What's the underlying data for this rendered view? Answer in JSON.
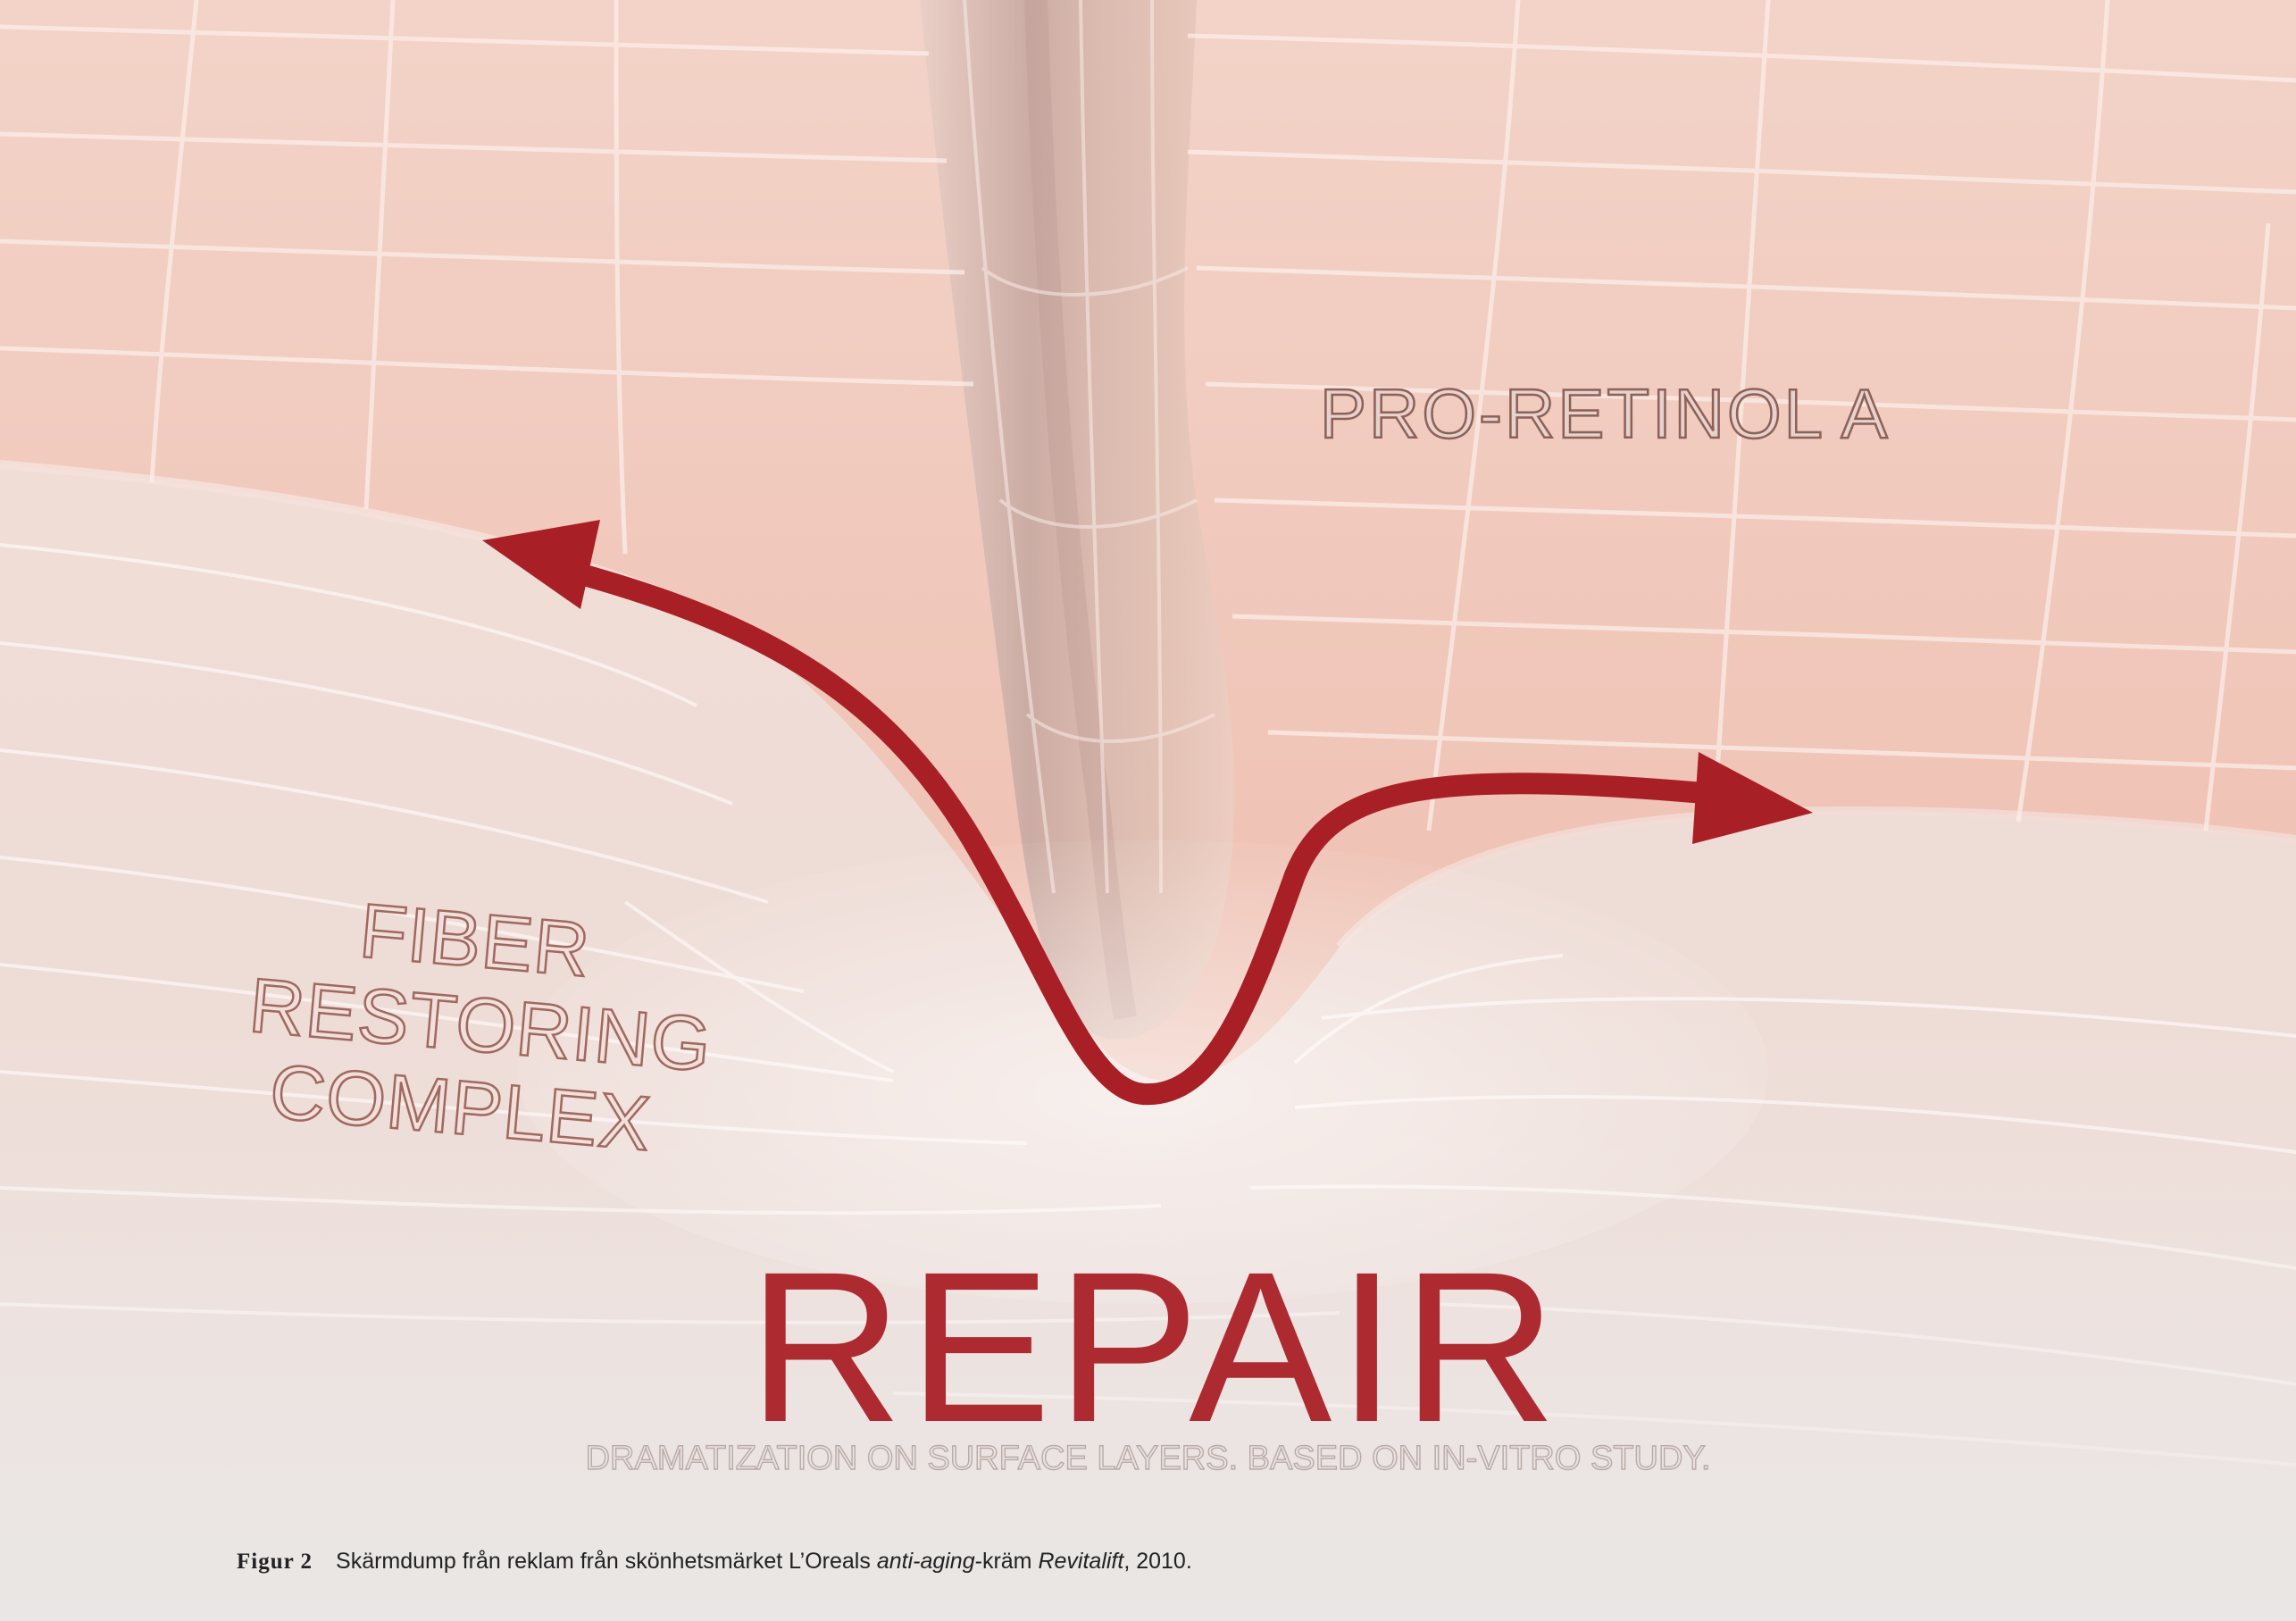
{
  "scene": {
    "labels": {
      "pro_retinol": "PRO-RETINOL A",
      "fiber_lines": [
        "FIBER",
        "RESTORING",
        "COMPLEX"
      ],
      "repair": "REPAIR",
      "disclaimer": "DRAMATIZATION ON SURFACE LAYERS. BASED ON IN-VITRO STUDY."
    },
    "colors": {
      "skin_top": "#efc5b8",
      "skin_lower": "#ecd9d4",
      "grid_line": "#fbece7",
      "arrow": "#a91f26",
      "repair_text": "#ad2a31"
    },
    "icons": [
      "left-arrowhead-icon",
      "right-arrowhead-icon"
    ]
  },
  "caption": {
    "figure_number": "Figur 2",
    "text_before": "Skärmdump från reklam från skönhetsmärket L’Oreals ",
    "italic_1": "anti-aging",
    "text_middle": "-kräm ",
    "italic_2": "Revitalift",
    "text_after": ", 2010."
  }
}
